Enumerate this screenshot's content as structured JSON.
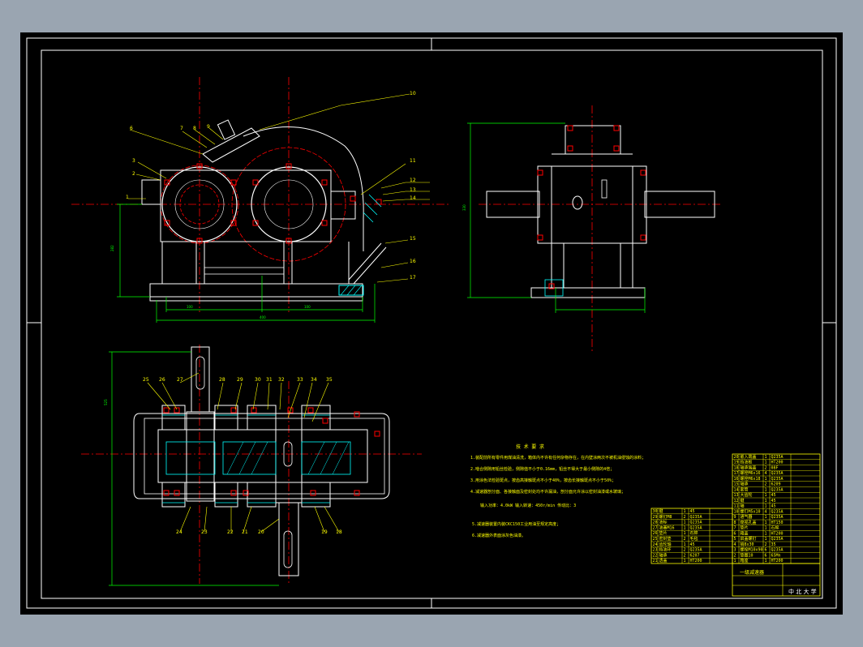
{
  "drawing": {
    "tech_title": "技 术 要 求",
    "tech_lines": [
      "1.装配前所有零件用煤油清洗，箱体内不许有任何杂物存在，在内壁涂两次不被机油侵蚀的涂料；",
      "2.啮合侧隙用铅丝检验，侧隙值不小于0.16mm，铅丝不得大于最小侧隙的4倍；",
      "3.用涂色法检验斑点，按齿高接触斑点不小于40%，按齿长接触斑点不小于50%；",
      "4.减速器剖分面、各接触面及密封处均不许漏油，剖分面允许涂以密封油漆或水玻璃；",
      "输入功率：4.0kW   输入转速：450r/min   传动比：3",
      "5.减速器装置内装CKC150工业用油至规定高度；",
      "6.减速器外表面涂灰色油漆。"
    ],
    "institution": "中 北 大 学",
    "title_block": "一级减速器",
    "callouts_top": [
      "1",
      "2",
      "3",
      "6",
      "7",
      "8",
      "9",
      "10",
      "11",
      "12",
      "13",
      "14",
      "15",
      "16",
      "17"
    ],
    "callouts_bottom_top": [
      "25",
      "26",
      "27",
      "28",
      "29",
      "30",
      "31",
      "32",
      "33",
      "34",
      "35"
    ],
    "callouts_bottom_low": [
      "24",
      "23",
      "22",
      "21",
      "20",
      "19",
      "18"
    ]
  },
  "bom": {
    "right_rows": [
      [
        "20",
        "嵌入端盖",
        "1",
        "Q235A",
        ""
      ],
      [
        "19",
        "挡油板",
        "1",
        "HT200",
        ""
      ],
      [
        "18",
        "轴承端盖",
        "2",
        "08F",
        ""
      ],
      [
        "17",
        "螺栓M6x16",
        "4",
        "Q235A",
        ""
      ],
      [
        "16",
        "螺栓M6x18",
        "1",
        "Q235A",
        ""
      ],
      [
        "15",
        "轴承",
        "2",
        "6209",
        ""
      ],
      [
        "14",
        "套筒",
        "1",
        "Q235A",
        ""
      ],
      [
        "13",
        "大齿轮",
        "1",
        "45",
        ""
      ],
      [
        "12",
        "键",
        "1",
        "45",
        ""
      ],
      [
        "11",
        "轴",
        "1",
        "45",
        ""
      ],
      [
        "10",
        "螺钉M5x10",
        "4",
        "Q235A",
        ""
      ],
      [
        "9",
        "通气器",
        "1",
        "Q235A",
        ""
      ],
      [
        "8",
        "窥视孔盖",
        "1",
        "HT150",
        ""
      ],
      [
        "7",
        "垫片",
        "1",
        "石棉",
        ""
      ],
      [
        "6",
        "箱盖",
        "1",
        "HT200",
        ""
      ],
      [
        "5",
        "启盖螺钉",
        "1",
        "Q235A",
        ""
      ],
      [
        "4",
        "销8x30",
        "2",
        "35",
        ""
      ],
      [
        "3",
        "螺栓M10x90",
        "6",
        "Q235A",
        ""
      ],
      [
        "2",
        "垫圈10",
        "6",
        "65Mn",
        ""
      ],
      [
        "1",
        "箱座",
        "1",
        "HT200",
        ""
      ]
    ],
    "left_rows": [
      [
        "30",
        "键",
        "1",
        "45",
        ""
      ],
      [
        "29",
        "螺钉M8",
        "2",
        "Q235A",
        ""
      ],
      [
        "28",
        "油标",
        "1",
        "Q235A",
        ""
      ],
      [
        "27",
        "油塞M16",
        "1",
        "Q235A",
        ""
      ],
      [
        "26",
        "垫片",
        "1",
        "石棉",
        ""
      ],
      [
        "25",
        "密封垫",
        "2",
        "毛毡",
        ""
      ],
      [
        "24",
        "齿轮轴",
        "1",
        "45",
        ""
      ],
      [
        "23",
        "挡油环",
        "2",
        "Q235A",
        ""
      ],
      [
        "22",
        "轴承",
        "2",
        "6207",
        ""
      ],
      [
        "21",
        "透盖",
        "1",
        "HT200",
        ""
      ]
    ]
  },
  "colors": {
    "outline": "#ffffff",
    "centerline": "#ff0000",
    "dimension": "#00ff00",
    "leader": "#ffff00",
    "hatch": "#00ffff",
    "paper": "#000000",
    "background": "#9aa5b1"
  }
}
